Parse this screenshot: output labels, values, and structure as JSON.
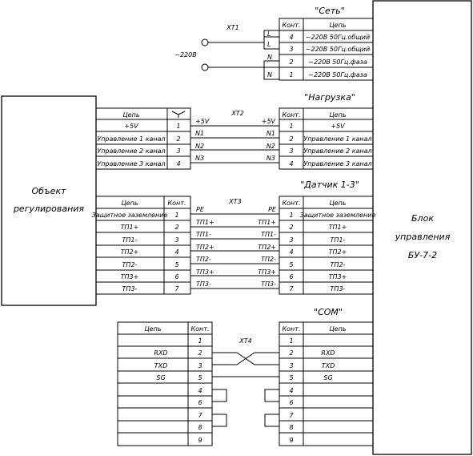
{
  "blocks": {
    "object": {
      "lines": [
        "Объект",
        "регулирования"
      ]
    },
    "unit": {
      "lines": [
        "Блок",
        "управления",
        "БУ-7-2"
      ]
    }
  },
  "connectors": {
    "xt1": "XT1",
    "xt2": "XT2",
    "xt3": "XT3",
    "xt4": "XT4"
  },
  "voltage_label": "~220В",
  "net": {
    "title": "\"Сеть\"",
    "headers": {
      "cont": "Конт.",
      "chain": "Цепь"
    },
    "rows": [
      {
        "cont": "4",
        "chain": "~220В 50Гц.общий",
        "pin": "L"
      },
      {
        "cont": "3",
        "chain": "~220В 50Гц.общий",
        "pin": "L"
      },
      {
        "cont": "2",
        "chain": "~220В 50Гц.фаза",
        "pin": "N"
      },
      {
        "cont": "1",
        "chain": "~220В 50Гц.фаза",
        "pin": "N"
      }
    ]
  },
  "load": {
    "title": "\"Нагрузка\"",
    "headers": {
      "cont": "Конт.",
      "chain": "Цепь"
    },
    "rows": [
      {
        "cont": "1",
        "chain": "+5V",
        "wire": "+5V"
      },
      {
        "cont": "2",
        "chain": "Управление 1 канал",
        "wire": "N1"
      },
      {
        "cont": "3",
        "chain": "Управление 2 канал",
        "wire": "N2"
      },
      {
        "cont": "4",
        "chain": "Управление 3 канал",
        "wire": "N3"
      }
    ],
    "left_headers": {
      "chain": "Цепь"
    },
    "left_rows": [
      {
        "chain": "+5V",
        "cont": "1"
      },
      {
        "chain": "Управление 1 канал",
        "cont": "2"
      },
      {
        "chain": "Управление 2 канал",
        "cont": "3"
      },
      {
        "chain": "Управление 3 канал",
        "cont": "4"
      }
    ]
  },
  "sensor": {
    "title": "\"Датчик 1-3\"",
    "headers": {
      "cont": "Конт.",
      "chain": "Цепь"
    },
    "rows": [
      {
        "cont": "1",
        "chain": "Защитное заземление",
        "wire": "PE"
      },
      {
        "cont": "2",
        "chain": "ТП1+",
        "wire": "ТП1+"
      },
      {
        "cont": "3",
        "chain": "ТП1-",
        "wire": "ТП1-"
      },
      {
        "cont": "4",
        "chain": "ТП2+",
        "wire": "ТП2+"
      },
      {
        "cont": "5",
        "chain": "ТП2-",
        "wire": "ТП2-"
      },
      {
        "cont": "6",
        "chain": "ТП3+",
        "wire": "ТП3+"
      },
      {
        "cont": "7",
        "chain": "ТП3-",
        "wire": "ТП3-"
      }
    ],
    "left_headers": {
      "chain": "Цепь",
      "cont": "Конт."
    },
    "left_rows": [
      {
        "chain": "Защитное заземление",
        "cont": "1"
      },
      {
        "chain": "ТП1+",
        "cont": "2"
      },
      {
        "chain": "ТП1-",
        "cont": "3"
      },
      {
        "chain": "ТП2+",
        "cont": "4"
      },
      {
        "chain": "ТП2-",
        "cont": "5"
      },
      {
        "chain": "ТП3+",
        "cont": "6"
      },
      {
        "chain": "ТП3-",
        "cont": "7"
      }
    ]
  },
  "com": {
    "title": "\"COM\"",
    "headers": {
      "cont": "Конт.",
      "chain": "Цепь"
    },
    "rows": [
      {
        "cont": "1",
        "chain": ""
      },
      {
        "cont": "2",
        "chain": "RXD"
      },
      {
        "cont": "3",
        "chain": "TXD"
      },
      {
        "cont": "5",
        "chain": "SG"
      },
      {
        "cont": "4",
        "chain": ""
      },
      {
        "cont": "6",
        "chain": ""
      },
      {
        "cont": "7",
        "chain": ""
      },
      {
        "cont": "8",
        "chain": ""
      },
      {
        "cont": "9",
        "chain": ""
      }
    ],
    "left_headers": {
      "chain": "Цепь",
      "cont": "Конт."
    },
    "left_rows": [
      {
        "chain": "",
        "cont": "1"
      },
      {
        "chain": "RXD",
        "cont": "2"
      },
      {
        "chain": "TXD",
        "cont": "3"
      },
      {
        "chain": "SG",
        "cont": "5"
      },
      {
        "chain": "",
        "cont": "4"
      },
      {
        "chain": "",
        "cont": "6"
      },
      {
        "chain": "",
        "cont": "7"
      },
      {
        "chain": "",
        "cont": "8"
      },
      {
        "chain": "",
        "cont": "9"
      }
    ]
  }
}
